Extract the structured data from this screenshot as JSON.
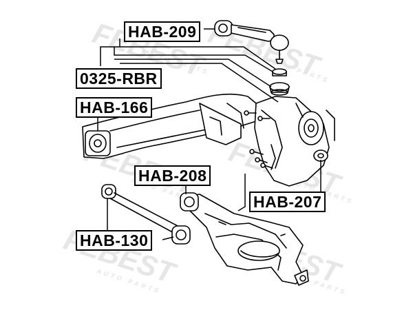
{
  "watermark": "FEBEST",
  "watermark_sub": "AUTO PARTS",
  "part_labels": {
    "hab209": "HAB-209",
    "rbr0325": "0325-RBR",
    "hab166": "HAB-166",
    "hab208": "HAB-208",
    "hab207": "HAB-207",
    "hab130": "HAB-130"
  },
  "colors": {
    "line": "#000000",
    "watermark": "#e3e3e3",
    "background": "#ffffff"
  }
}
